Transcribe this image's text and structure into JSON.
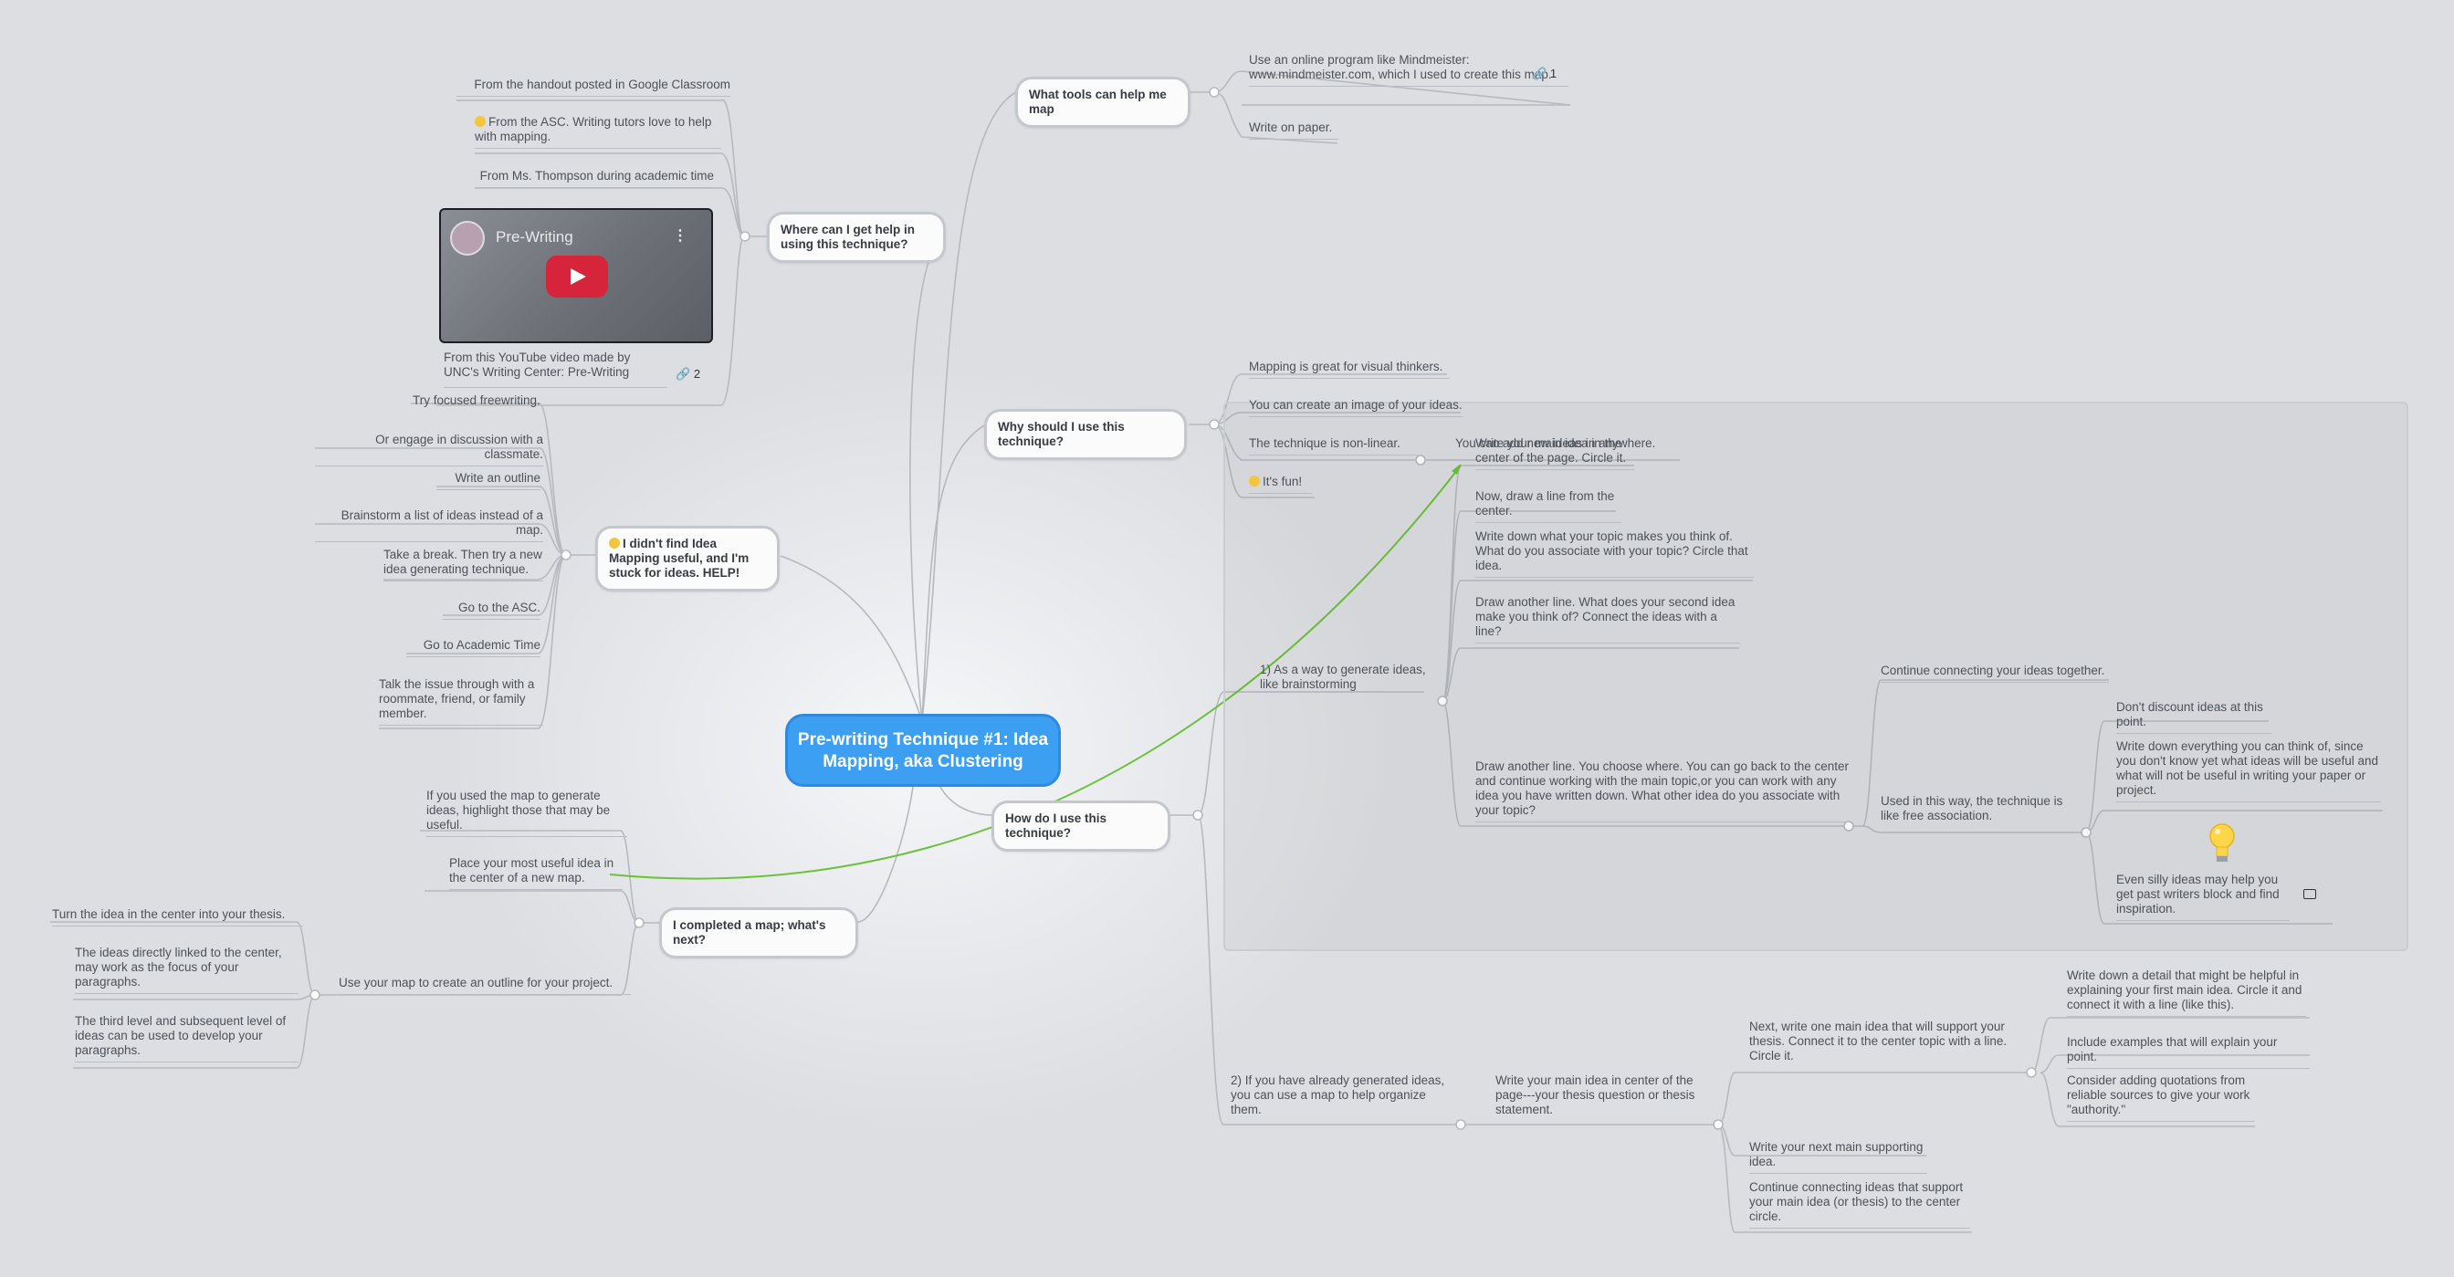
{
  "central": "Pre-writing Technique #1: Idea Mapping, aka Clustering",
  "branches": {
    "tools": {
      "label": "What tools can help me map",
      "items": [
        "Use an online program like Mindmeister: www.mindmeister.com, which I used to create this map.",
        "Write on paper."
      ],
      "link_badge": "1"
    },
    "help": {
      "label": "Where can I get help in using this technique?",
      "items": [
        "From the handout posted in Google Classroom",
        "From the ASC. Writing tutors love to help with mapping.",
        "From Ms. Thompson during academic time",
        "From this YouTube video made by UNC's Writing Center: Pre-Writing"
      ],
      "video_title": "Pre-Writing",
      "link_badge": "2"
    },
    "why": {
      "label": "Why should I use this technique?",
      "items": [
        "Mapping is great for visual thinkers.",
        "You can create an image of your ideas.",
        "The technique is non-linear.",
        "It's fun!"
      ],
      "nonlinear_child": "You can add new ideas in anywhere."
    },
    "stuck": {
      "label": "I didn't find Idea Mapping useful, and I'm stuck for ideas. HELP!",
      "items": [
        "Try focused freewriting.",
        "Or engage in discussion with a classmate.",
        "Write an outline",
        "Brainstorm a list of ideas instead of a map.",
        "Take a break. Then try a new idea generating technique.",
        "Go to the ASC.",
        "Go to Academic Time",
        "Talk the issue through with a roommate, friend, or family member."
      ]
    },
    "how": {
      "label": "How do I use this technique?",
      "brainstorm": {
        "label": "1) As a way to generate ideas, like brainstorming",
        "steps": [
          "Write your main idea in the center of the page. Circle it.",
          "Now, draw a line from the center.",
          "Write down what your topic makes you think of. What do you associate with your topic? Circle that idea.",
          "Draw another line.  What does your second idea make you think of? Connect the ideas with a line?",
          "Draw another line.  You choose where. You can go back to the center and continue working with the main topic,or you can work with any idea you have written down. What other idea do you associate with your topic?"
        ],
        "continue": "Continue connecting your ideas together.",
        "free_assoc": "Used in this way, the technique is like free association.",
        "fa_items": [
          "Don't discount ideas at this point.",
          "Write down everything you can think of, since you don't know yet what ideas will be useful and what will not be useful in writing your paper or project.",
          "Even silly ideas may help you get past writers block and find inspiration."
        ]
      },
      "organize": {
        "label": "2) If you have already generated ideas, you can use a map to help organize them.",
        "main": "Write your main idea in center of the page---your thesis question or thesis statement.",
        "next": "Next, write one main idea that will support your thesis.  Connect it to the center topic with a line. Circle it.",
        "details": [
          "Write down a detail that might be helpful in explaining your first main idea.  Circle it and connect it with a line (like this).",
          "Include examples that will explain your point.",
          "Consider adding quotations from reliable sources to give your work \"authority.\""
        ],
        "more": [
          "Write your next main supporting idea.",
          "Continue connecting ideas that support your main idea (or thesis) to the center circle."
        ]
      }
    },
    "next": {
      "label": "I completed a map; what's next?",
      "items": [
        "If you used the map to generate ideas, highlight those that may be useful.",
        "Place your most useful idea in the center of a new map.",
        "Use your map to create an outline for your project."
      ],
      "outline_items": [
        "Turn the idea in the center into your thesis.",
        "The ideas directly linked to the center, may work as the focus of your paragraphs.",
        "The third level and subsequent level of ideas can be used to develop your paragraphs."
      ]
    }
  },
  "colors": {
    "central": "#3d9ff2",
    "relation": "#6cc13a",
    "line": "#b6b9be"
  }
}
